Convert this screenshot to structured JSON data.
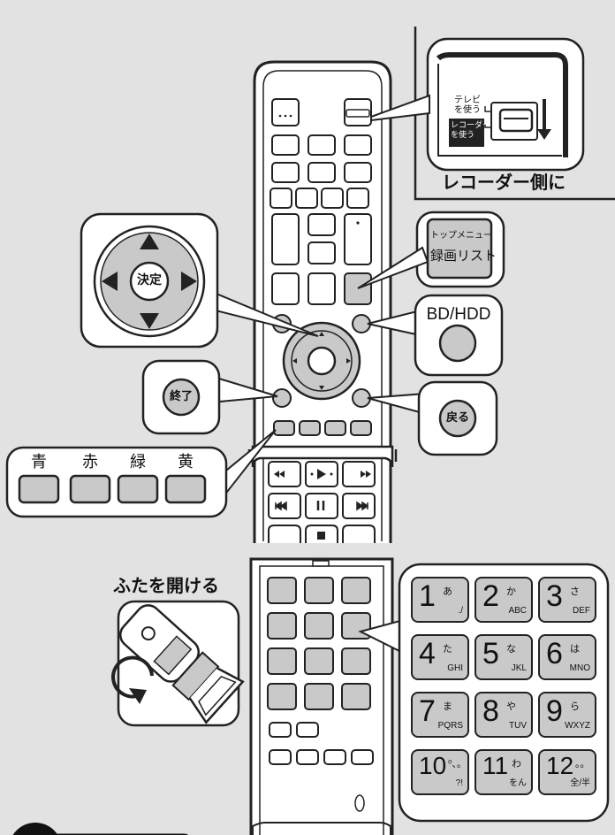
{
  "switch_callout": {
    "tv_label": "テレビ\nを使う",
    "recorder_label": "レコーダー\nを使う",
    "caption": "レコーダー側に"
  },
  "top_menu_key": {
    "line1": "トップメニュー",
    "line2": "録画リスト"
  },
  "dpad_center_label": "決定",
  "end_key_label": "終了",
  "bd_hdd_label": "BD/HDD",
  "back_key_label": "戻る",
  "color_keys": [
    {
      "label": "青",
      "color": "#c9c9c9"
    },
    {
      "label": "赤",
      "color": "#c9c9c9"
    },
    {
      "label": "緑",
      "color": "#c9c9c9"
    },
    {
      "label": "黄",
      "color": "#c9c9c9"
    }
  ],
  "open_lid_label": "ふたを開ける",
  "number_keys": [
    {
      "num": "1",
      "kana": "あ",
      "sub": "./"
    },
    {
      "num": "2",
      "kana": "か",
      "sub": "ABC"
    },
    {
      "num": "3",
      "kana": "さ",
      "sub": "DEF"
    },
    {
      "num": "4",
      "kana": "た",
      "sub": "GHI"
    },
    {
      "num": "5",
      "kana": "な",
      "sub": "JKL"
    },
    {
      "num": "6",
      "kana": "は",
      "sub": "MNO"
    },
    {
      "num": "7",
      "kana": "ま",
      "sub": "PQRS"
    },
    {
      "num": "8",
      "kana": "や",
      "sub": "TUV"
    },
    {
      "num": "9",
      "kana": "ら",
      "sub": "WXYZ"
    },
    {
      "num": "10",
      "kana": "⁰、。",
      "sub": "?!"
    },
    {
      "num": "11",
      "kana": "わ",
      "sub": "をん"
    },
    {
      "num": "12",
      "kana": "。。",
      "sub": "全/半"
    }
  ],
  "colors": {
    "background": "#e2e2e2",
    "key_fill": "#c9c9c9",
    "outline": "#222222"
  }
}
